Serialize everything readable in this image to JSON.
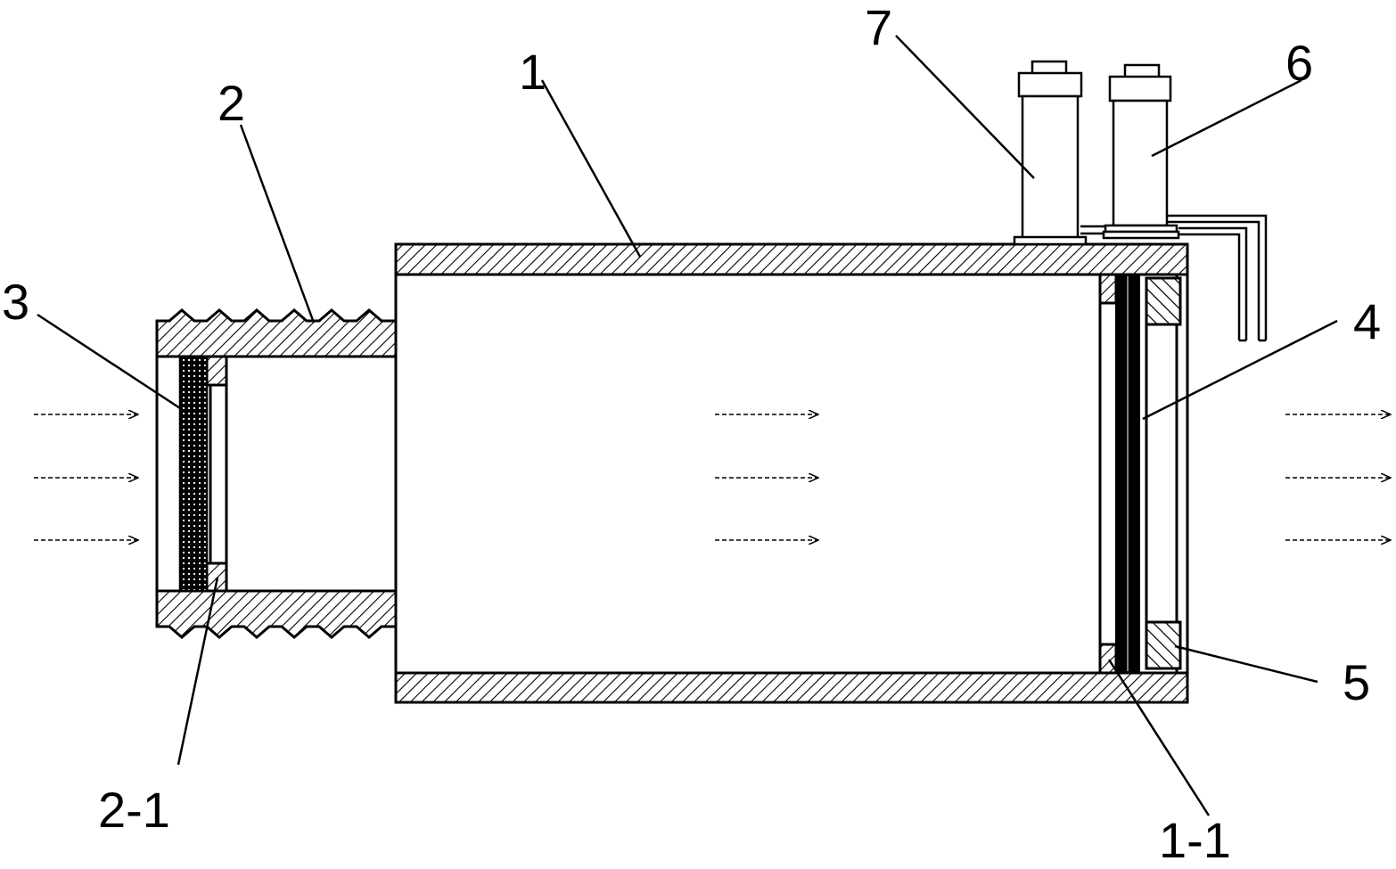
{
  "labels": {
    "l1": "1",
    "l1_1": "1-1",
    "l2": "2",
    "l2_1": "2-1",
    "l3": "3",
    "l4": "4",
    "l5": "5",
    "l6": "6",
    "l7": "7"
  },
  "colors": {
    "line": "#000000",
    "background": "#ffffff",
    "hatch": "#000000"
  }
}
